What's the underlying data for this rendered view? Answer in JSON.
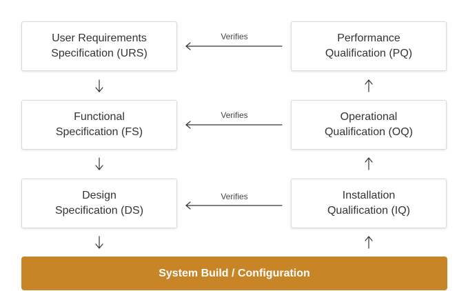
{
  "left_column": {
    "urs": {
      "line1": "User Requirements",
      "line2": "Specification (URS)"
    },
    "fs": {
      "line1": "Functional",
      "line2": "Specification (FS)"
    },
    "ds": {
      "line1": "Design",
      "line2": "Specification (DS)"
    }
  },
  "right_column": {
    "pq": {
      "line1": "Performance",
      "line2": "Qualification (PQ)"
    },
    "oq": {
      "line1": "Operational",
      "line2": "Qualification (OQ)"
    },
    "iq": {
      "line1": "Installation",
      "line2": "Qualification (IQ)"
    }
  },
  "relations": {
    "pq_urs": "Verifies",
    "oq_fs": "Verifies",
    "iq_ds": "Verifies"
  },
  "base": {
    "label": "System Build / Configuration"
  },
  "colors": {
    "accent": "#c88528",
    "border": "#d5dbe3",
    "text": "#333333"
  }
}
